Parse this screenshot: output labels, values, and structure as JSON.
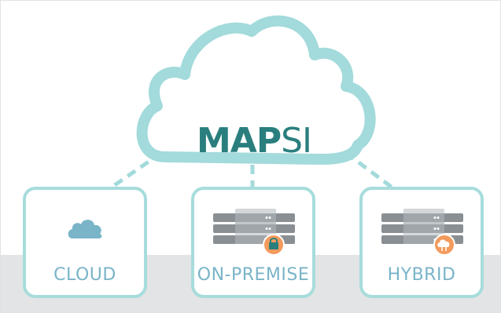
{
  "brand": {
    "part1": "MAP",
    "part2": "SI"
  },
  "options": [
    {
      "label": "CLOUD",
      "icon": "cloud-icon"
    },
    {
      "label": "ON-PREMISE",
      "icon": "server-lock-icon"
    },
    {
      "label": "HYBRID",
      "icon": "server-cloud-icon"
    }
  ],
  "colors": {
    "cloud_outline": "#a3dadb",
    "card_border": "#a7dcdc",
    "label_text": "#79b4c8",
    "brand_text": "#2a7f7e",
    "badge_orange": "#f39a5c",
    "floor": "#e3e4e5"
  }
}
